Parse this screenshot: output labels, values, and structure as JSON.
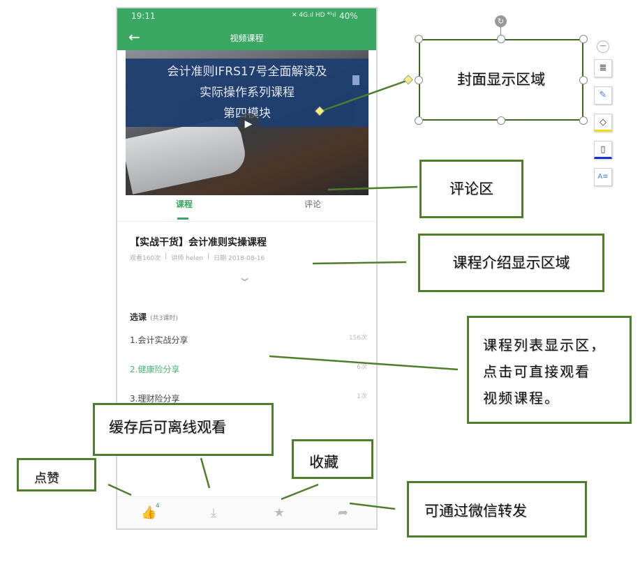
{
  "status_bar": {
    "time": "19:11",
    "icons": "✕ 4G.ıl HD ⁴ᴳıl",
    "battery": "40%"
  },
  "app_bar": {
    "title": "视频课程",
    "back_icon": "←"
  },
  "cover": {
    "title_lines": [
      "会计准则IFRS17号全面解读及",
      "实际操作系列课程",
      "第四模块"
    ]
  },
  "tabs": [
    {
      "label": "课程",
      "active": true
    },
    {
      "label": "评论",
      "active": false
    }
  ],
  "course": {
    "title": "【实战干货】会计准则实操课程",
    "views": "观看160次",
    "teacher": "讲师  helen",
    "date": "日期  2018-08-16"
  },
  "lessons": {
    "header": "选课",
    "count": "(共3课时)",
    "items": [
      {
        "name": "1.会计实战分享",
        "views": "156次"
      },
      {
        "name": "2.健康险分享",
        "views": "6次",
        "active": true
      },
      {
        "name": "3.理财险分享",
        "views": "1次"
      }
    ]
  },
  "bottom_bar": {
    "like_count": "4"
  },
  "annotations": {
    "cover": "封面显示区域",
    "comments": "评论区",
    "intro": "课程介绍显示区域",
    "list_lines": [
      "课程列表显示区，",
      "点击可直接观看",
      "视频课程。"
    ],
    "cache": "缓存后可离线观看",
    "favorite": "收藏",
    "like": "点赞",
    "share": "可通过微信转发"
  },
  "colors": {
    "brand": "#3aa862",
    "annotation_border": "#4f7e2b"
  }
}
